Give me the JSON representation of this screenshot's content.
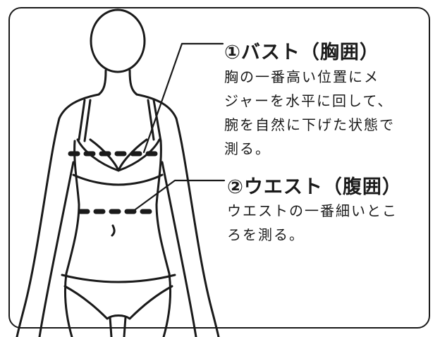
{
  "bust": {
    "title": "①バスト（胸囲）",
    "description": "胸の一番高い位置にメ\nジャーを水平に回して、\n腕を自然に下げた状態で\n測る。"
  },
  "waist": {
    "title": "②ウエスト（腹囲）",
    "description": "ウエストの一番細いとこ\nろを測る。"
  },
  "colors": {
    "line": "#1a1a1a",
    "background": "#ffffff"
  },
  "illustration": "body-measurement-figure"
}
